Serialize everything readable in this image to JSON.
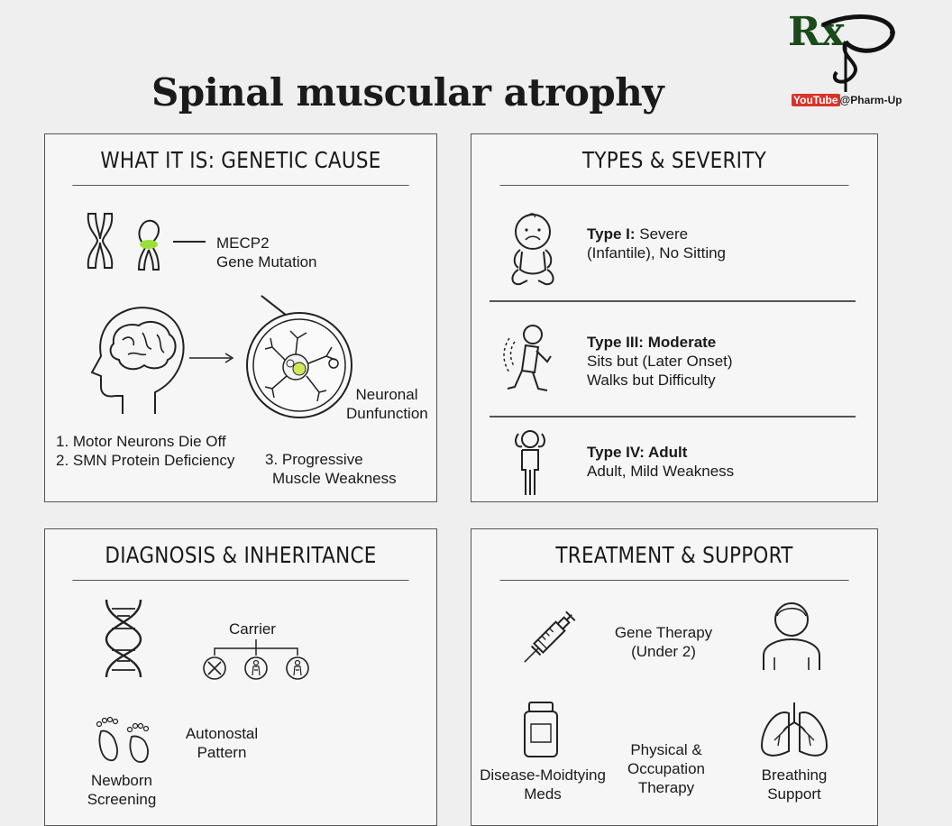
{
  "title": "Spinal muscular atrophy",
  "logo": {
    "brand_glyph": "Rx",
    "youtube_label": "YouTube",
    "handle": "@Pharm-Up"
  },
  "panels": {
    "genetic": {
      "heading": "WHAT IT IS: GENETIC CAUSE",
      "mutation_line1": "MECP2",
      "mutation_line2": "Gene Mutation",
      "neuronal_line1": "Neuronal",
      "neuronal_line2": "Dunfunction",
      "step1": "1. Motor Neurons Die Off",
      "step2": "2. SMN Protein Deficiency",
      "step3_line1": "3. Progressive",
      "step3_line2": "Muscle Weakness"
    },
    "types": {
      "heading": "TYPES & SEVERITY",
      "items": [
        {
          "title": "Type I:",
          "title_rest": " Severe",
          "line2": "(Infantile), No Sitting",
          "line3": ""
        },
        {
          "title": "Type III: Moderate",
          "title_rest": "",
          "line2": "Sits but (Later Onset)",
          "line3": "Walks but Difficulty"
        },
        {
          "title": "Type IV: Adult",
          "title_rest": "",
          "line2": "Adult, Mild Weakness",
          "line3": ""
        }
      ]
    },
    "diagnosis": {
      "heading": "DIAGNOSIS & INHERITANCE",
      "carrier": "Carrier",
      "pattern_line1": "Autonostal",
      "pattern_line2": "Pattern",
      "screening_line1": "Newborn",
      "screening_line2": "Screening"
    },
    "treatment": {
      "heading": "TREATMENT & SUPPORT",
      "gene_line1": "Gene Therapy",
      "gene_line2": "(Under 2)",
      "meds_line1": "Disease-Moidtying",
      "meds_line2": "Meds",
      "physical_line1": "Physical &",
      "physical_line2": "Occupation",
      "physical_line3": "Therapy",
      "breathing_line1": "Breathing",
      "breathing_line2": "Support"
    }
  },
  "colors": {
    "highlight": "#9be03a",
    "line": "#222222",
    "border": "#555555"
  }
}
